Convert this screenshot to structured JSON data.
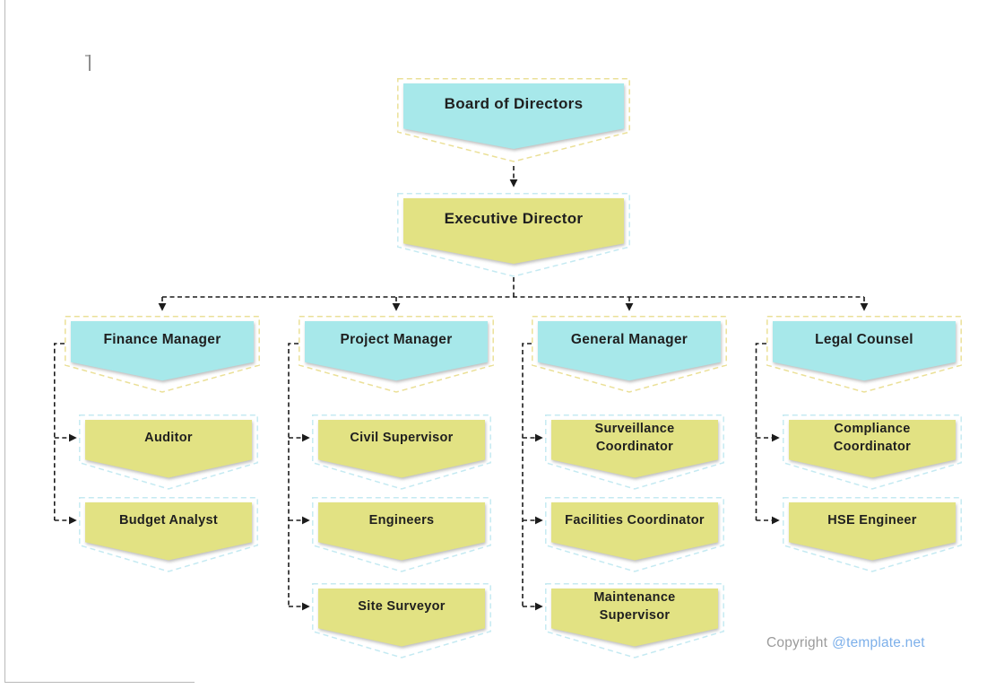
{
  "chart": {
    "type": "org-chart",
    "root": {
      "label": "Board of Directors"
    },
    "executive": {
      "label": "Executive Director"
    },
    "columns": [
      {
        "manager": {
          "label": "Finance Manager"
        },
        "subs": [
          {
            "label": "Auditor"
          },
          {
            "label": "Budget Analyst"
          }
        ]
      },
      {
        "manager": {
          "label": "Project Manager"
        },
        "subs": [
          {
            "label": "Civil Supervisor"
          },
          {
            "label": "Engineers"
          },
          {
            "label": "Site Surveyor"
          }
        ]
      },
      {
        "manager": {
          "label": "General Manager"
        },
        "subs": [
          {
            "label": "Surveillance Coordinator"
          },
          {
            "label": "Facilities Coordinator"
          },
          {
            "label": "Maintenance Supervisor"
          }
        ]
      },
      {
        "manager": {
          "label": "Legal Counsel"
        },
        "subs": [
          {
            "label": "Compliance Coordinator"
          },
          {
            "label": "HSE Engineer"
          }
        ]
      }
    ]
  },
  "footer": {
    "copyright_prefix": "Copyright",
    "copyright_link": "@template.net"
  },
  "colors": {
    "node_fill_cyan": "#a7e8ea",
    "node_fill_yellow": "#e2e283",
    "outline_dash_yellow": "#ebe098",
    "outline_dash_blue": "#c5eaf2",
    "connector_black": "#1c1c1c",
    "label_text": "#1f1f1f",
    "copyright_gray": "#9b9b9b",
    "link_blue": "#7db0ea",
    "page_edge_gray": "#b9b9b9"
  }
}
